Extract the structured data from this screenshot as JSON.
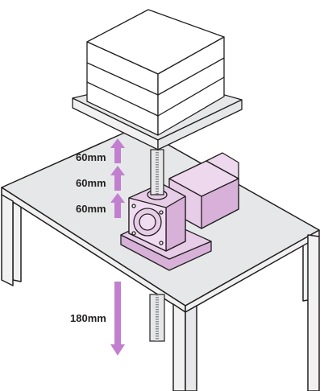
{
  "labels": {
    "lift_1": "60mm",
    "lift_2": "60mm",
    "lift_3": "60mm",
    "total_travel": "180mm"
  },
  "colors": {
    "table_top": "#e6e7e8",
    "table_leg": "#f1f1f2",
    "outline": "#231f20",
    "actuator": "#e7cde7",
    "actuator_dark": "#d7b1d8",
    "screw": "#8c8e91",
    "arrow": "#c27fcf",
    "load_box": "#ffffff"
  }
}
